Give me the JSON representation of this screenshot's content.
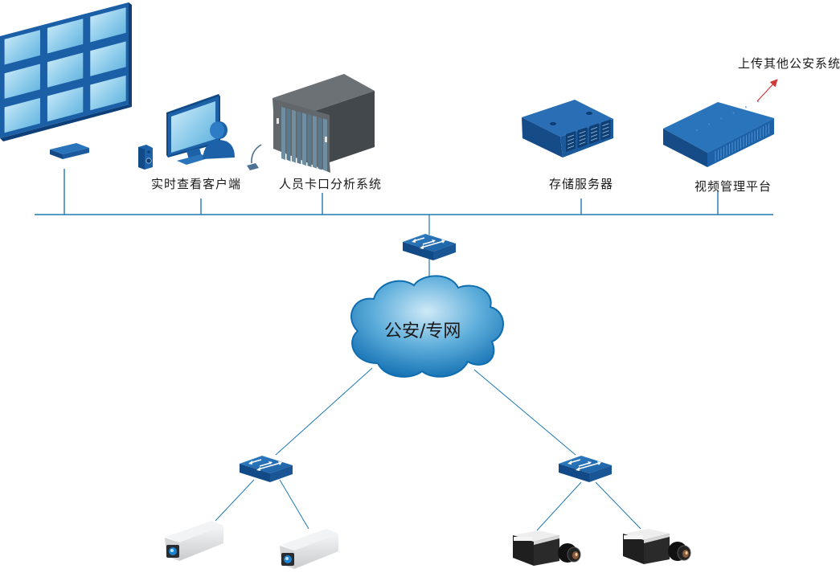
{
  "diagram": {
    "network": {
      "label": "公安/专网"
    },
    "nodes": {
      "video_wall": {
        "name": "video-wall"
      },
      "decoder": {
        "name": "decoder"
      },
      "client": {
        "label": "实时查看客户端"
      },
      "analysis": {
        "label": "人员卡口分析系统"
      },
      "storage": {
        "label": "存储服务器"
      },
      "platform": {
        "label": "视频管理平台"
      },
      "upload": {
        "label": "上传其他公安系统"
      }
    },
    "colors": {
      "link": "#1f78b4",
      "device_blue": "#1d62a8",
      "device_dark": "#114a86",
      "screen": "#8fcbeb",
      "arrow": "#d23a3a",
      "server_gray": "#5a5f63"
    }
  }
}
